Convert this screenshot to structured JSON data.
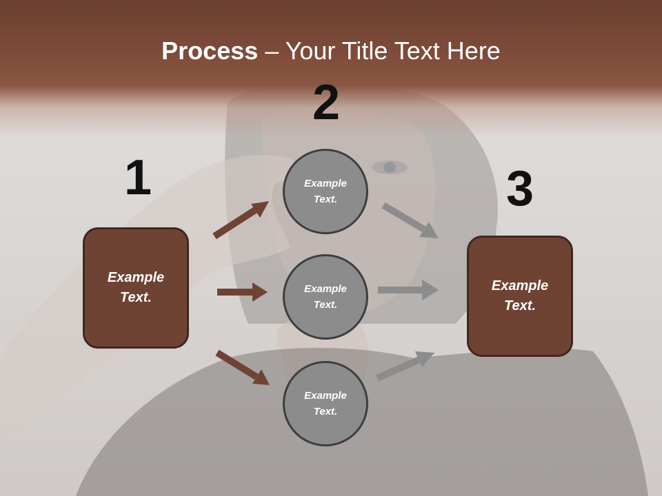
{
  "title": {
    "bold": "Process",
    "dash": " – ",
    "rest": "Your Title Text Here"
  },
  "steps": {
    "one": "1",
    "two": "2",
    "three": "3"
  },
  "left_box": {
    "line1": "Example",
    "line2": "Text."
  },
  "right_box": {
    "line1": "Example",
    "line2": "Text."
  },
  "circles": [
    {
      "line1": "Example",
      "line2": "Text."
    },
    {
      "line1": "Example",
      "line2": "Text."
    },
    {
      "line1": "Example",
      "line2": "Text."
    }
  ],
  "colors": {
    "title_band": "#7d4a39",
    "box_fill": "#6f4334",
    "box_border": "#3f2820",
    "circle_fill": "#8c8c8c",
    "circle_border": "#3e3e3e",
    "arrow_left": "#6f4334",
    "arrow_right": "#8c8c8c"
  }
}
